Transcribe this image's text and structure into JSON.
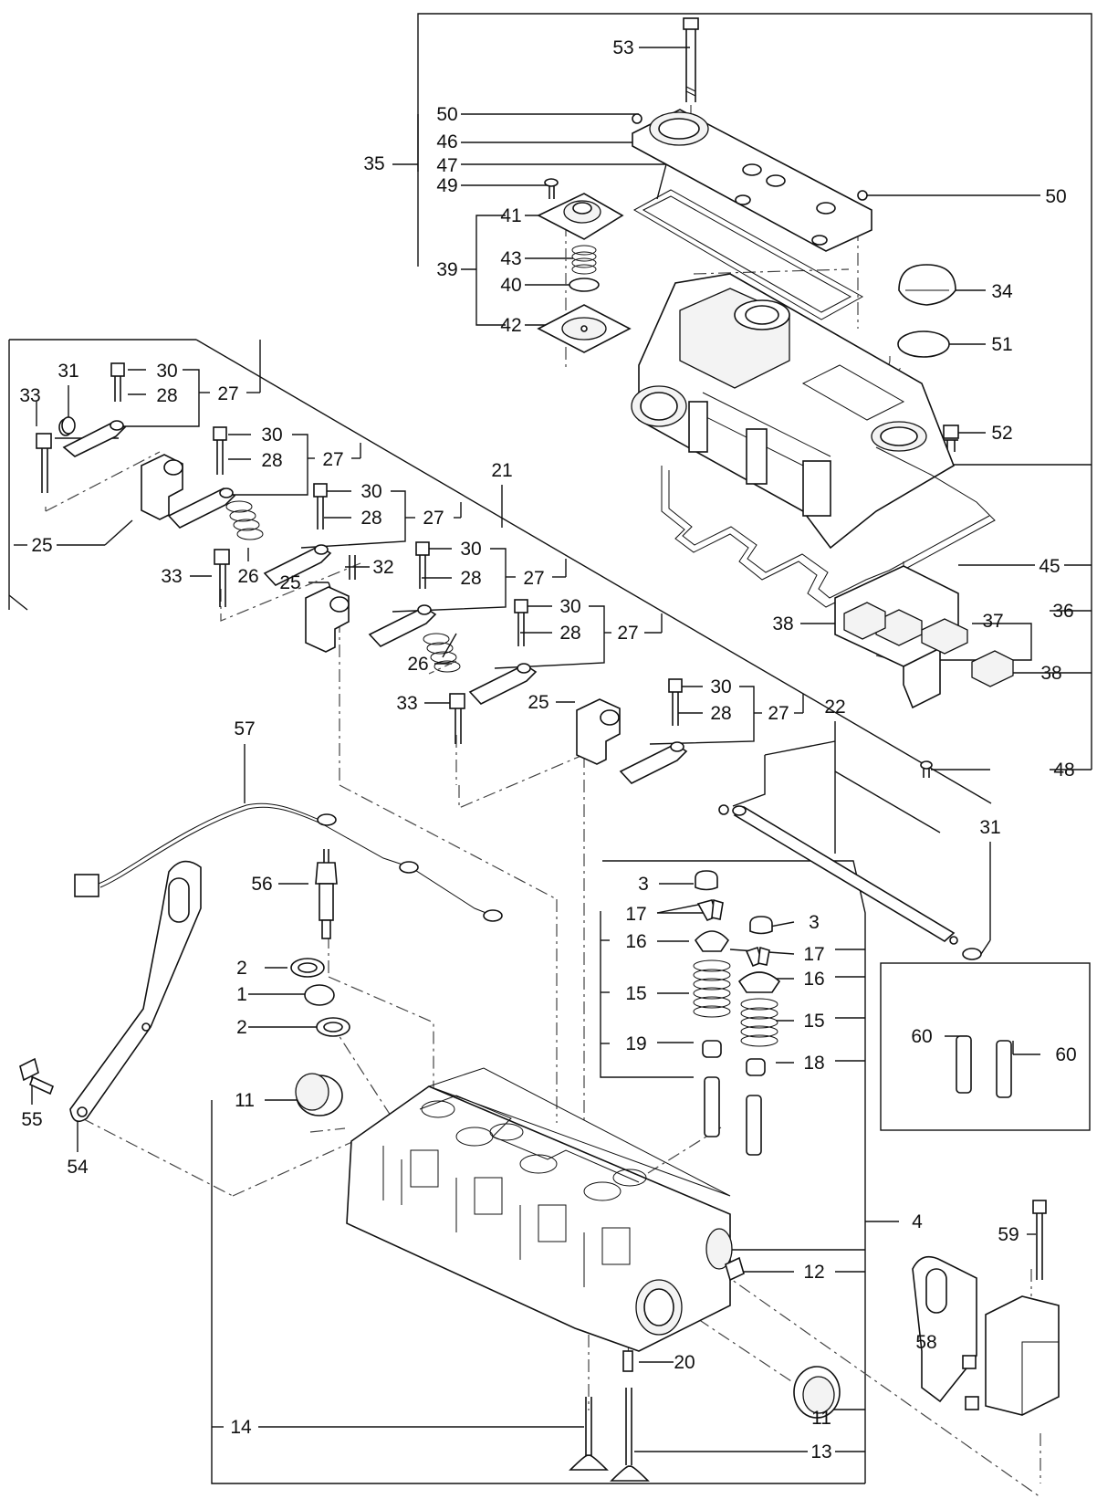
{
  "callouts": [
    {
      "label": "53"
    },
    {
      "label": "50"
    },
    {
      "label": "46"
    },
    {
      "label": "47"
    },
    {
      "label": "35"
    },
    {
      "label": "49"
    },
    {
      "label": "50"
    },
    {
      "label": "41"
    },
    {
      "label": "43"
    },
    {
      "label": "39"
    },
    {
      "label": "40"
    },
    {
      "label": "42"
    },
    {
      "label": "34"
    },
    {
      "label": "51"
    },
    {
      "label": "52"
    },
    {
      "label": "45"
    },
    {
      "label": "37"
    },
    {
      "label": "36"
    },
    {
      "label": "38"
    },
    {
      "label": "38"
    },
    {
      "label": "48"
    },
    {
      "label": "31"
    },
    {
      "label": "30"
    },
    {
      "label": "33"
    },
    {
      "label": "28"
    },
    {
      "label": "27"
    },
    {
      "label": "30"
    },
    {
      "label": "28"
    },
    {
      "label": "27"
    },
    {
      "label": "21"
    },
    {
      "label": "25"
    },
    {
      "label": "30"
    },
    {
      "label": "28"
    },
    {
      "label": "27"
    },
    {
      "label": "26"
    },
    {
      "label": "33"
    },
    {
      "label": "32"
    },
    {
      "label": "30"
    },
    {
      "label": "28"
    },
    {
      "label": "27"
    },
    {
      "label": "25"
    },
    {
      "label": "30"
    },
    {
      "label": "28"
    },
    {
      "label": "27"
    },
    {
      "label": "26"
    },
    {
      "label": "33"
    },
    {
      "label": "30"
    },
    {
      "label": "28"
    },
    {
      "label": "27"
    },
    {
      "label": "25"
    },
    {
      "label": "22"
    },
    {
      "label": "57"
    },
    {
      "label": "31"
    },
    {
      "label": "56"
    },
    {
      "label": "3"
    },
    {
      "label": "17"
    },
    {
      "label": "3"
    },
    {
      "label": "16"
    },
    {
      "label": "17"
    },
    {
      "label": "2"
    },
    {
      "label": "16"
    },
    {
      "label": "15"
    },
    {
      "label": "1"
    },
    {
      "label": "15"
    },
    {
      "label": "2"
    },
    {
      "label": "19"
    },
    {
      "label": "60"
    },
    {
      "label": "60"
    },
    {
      "label": "18"
    },
    {
      "label": "11"
    },
    {
      "label": "55"
    },
    {
      "label": "54"
    },
    {
      "label": "4"
    },
    {
      "label": "59"
    },
    {
      "label": "12"
    },
    {
      "label": "58"
    },
    {
      "label": "20"
    },
    {
      "label": "11"
    },
    {
      "label": "14"
    },
    {
      "label": "13"
    }
  ]
}
